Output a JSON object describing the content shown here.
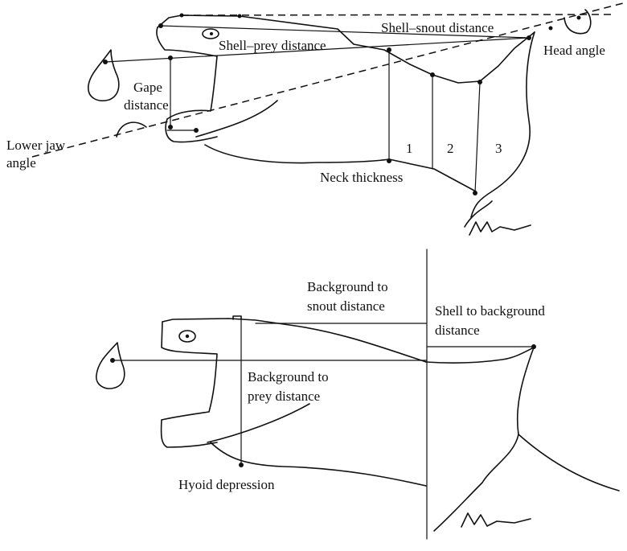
{
  "top_panel": {
    "labels": {
      "shell_snout": "Shell–snout distance",
      "shell_prey": "Shell–prey distance",
      "head_angle": "Head angle",
      "gape_line1": "Gape",
      "gape_line2": "distance",
      "lower_jaw_line1": "Lower jaw",
      "lower_jaw_line2": "angle",
      "neck_thickness": "Neck thickness",
      "neck_1": "1",
      "neck_2": "2",
      "neck_3": "3"
    }
  },
  "bottom_panel": {
    "labels": {
      "bg_snout_line1": "Background to",
      "bg_snout_line2": "snout distance",
      "shell_bg_line1": "Shell to background",
      "shell_bg_line2": "distance",
      "bg_prey_line1": "Background to",
      "bg_prey_line2": "prey distance",
      "hyoid": "Hyoid depression"
    }
  }
}
